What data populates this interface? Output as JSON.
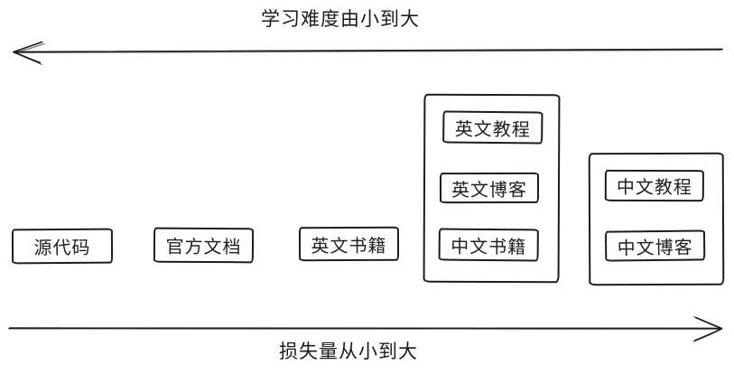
{
  "top_axis": {
    "label": "学习难度由小到大",
    "direction": "left"
  },
  "bottom_axis": {
    "label": "损失量从小到大",
    "direction": "right"
  },
  "standalone_boxes": [
    {
      "label": "源代码"
    },
    {
      "label": "官方文档"
    },
    {
      "label": "英文书籍"
    }
  ],
  "groups": [
    {
      "items": [
        {
          "label": "英文教程"
        },
        {
          "label": "英文博客"
        },
        {
          "label": "中文书籍"
        }
      ]
    },
    {
      "items": [
        {
          "label": "中文教程"
        },
        {
          "label": "中文博客"
        }
      ]
    }
  ],
  "colors": {
    "stroke": "#1c1c1c",
    "background": "#ffffff"
  }
}
